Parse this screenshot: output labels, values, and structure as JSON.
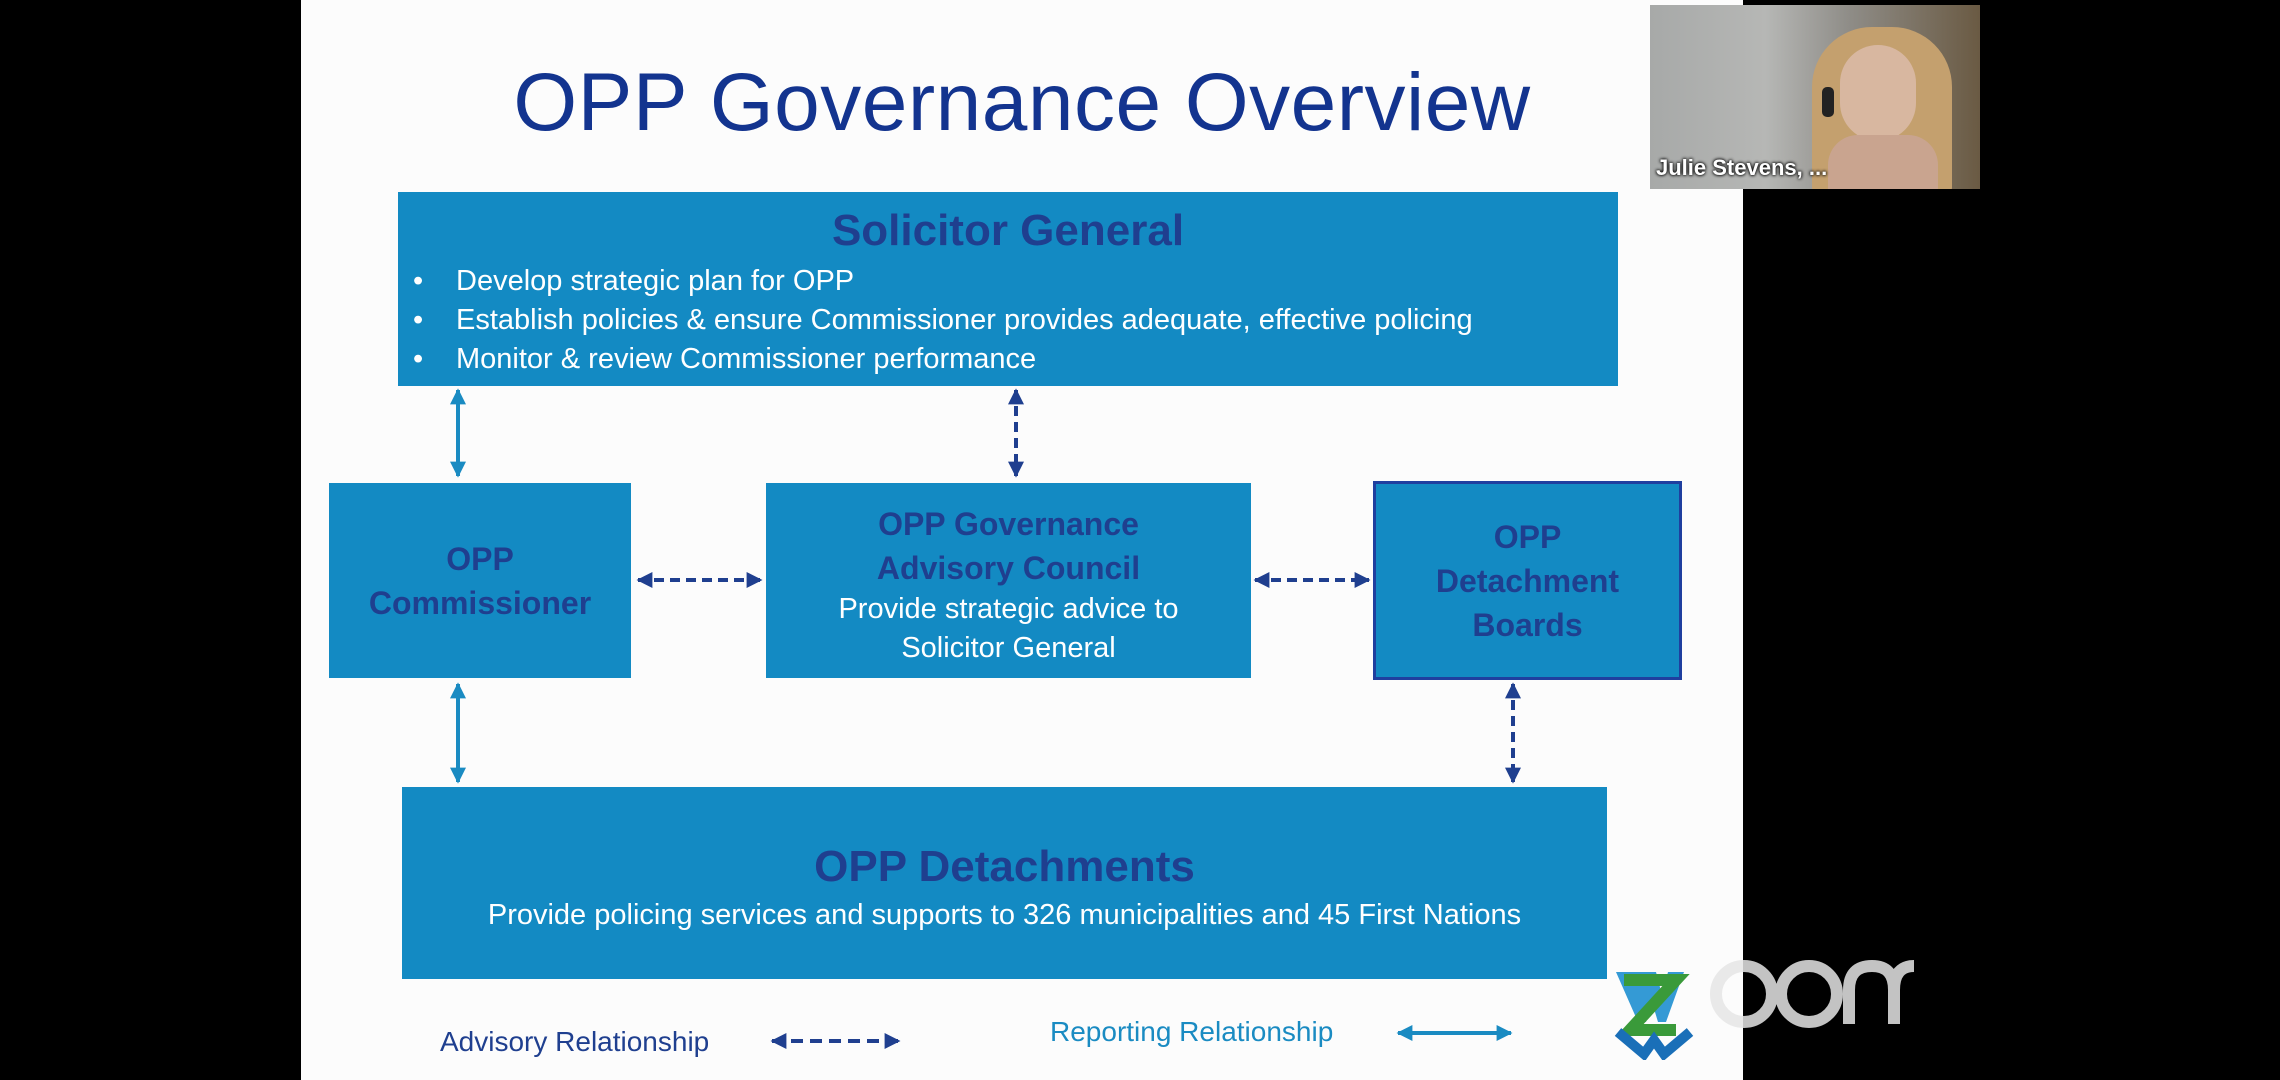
{
  "slide": {
    "title": "OPP Governance Overview",
    "solicitor": {
      "heading": "Solicitor General",
      "bullets": [
        "Develop strategic plan for OPP",
        "Establish policies & ensure Commissioner provides adequate, effective policing",
        "Monitor & review Commissioner performance"
      ]
    },
    "commissioner": {
      "heading_line1": "OPP",
      "heading_line2": "Commissioner"
    },
    "council": {
      "heading_line1": "OPP Governance",
      "heading_line2": "Advisory Council",
      "desc_line1": "Provide strategic advice to",
      "desc_line2": "Solicitor General"
    },
    "boards": {
      "heading_line1": "OPP",
      "heading_line2": "Detachment",
      "heading_line3": "Boards"
    },
    "detachments": {
      "heading": "OPP Detachments",
      "desc": "Provide policing services and supports to 326 municipalities and 45 First Nations"
    },
    "legend": {
      "advisory": "Advisory Relationship",
      "reporting": "Reporting Relationship"
    }
  },
  "video": {
    "participant_name": "Julie Stevens, ..."
  },
  "watermark": {
    "icon": "zoom-logo-icon",
    "text": "zoom"
  },
  "colors": {
    "box": "#138ac3",
    "heading": "#1f3f8f",
    "title": "#13348f",
    "reporting_legend": "#1a8bc2"
  }
}
